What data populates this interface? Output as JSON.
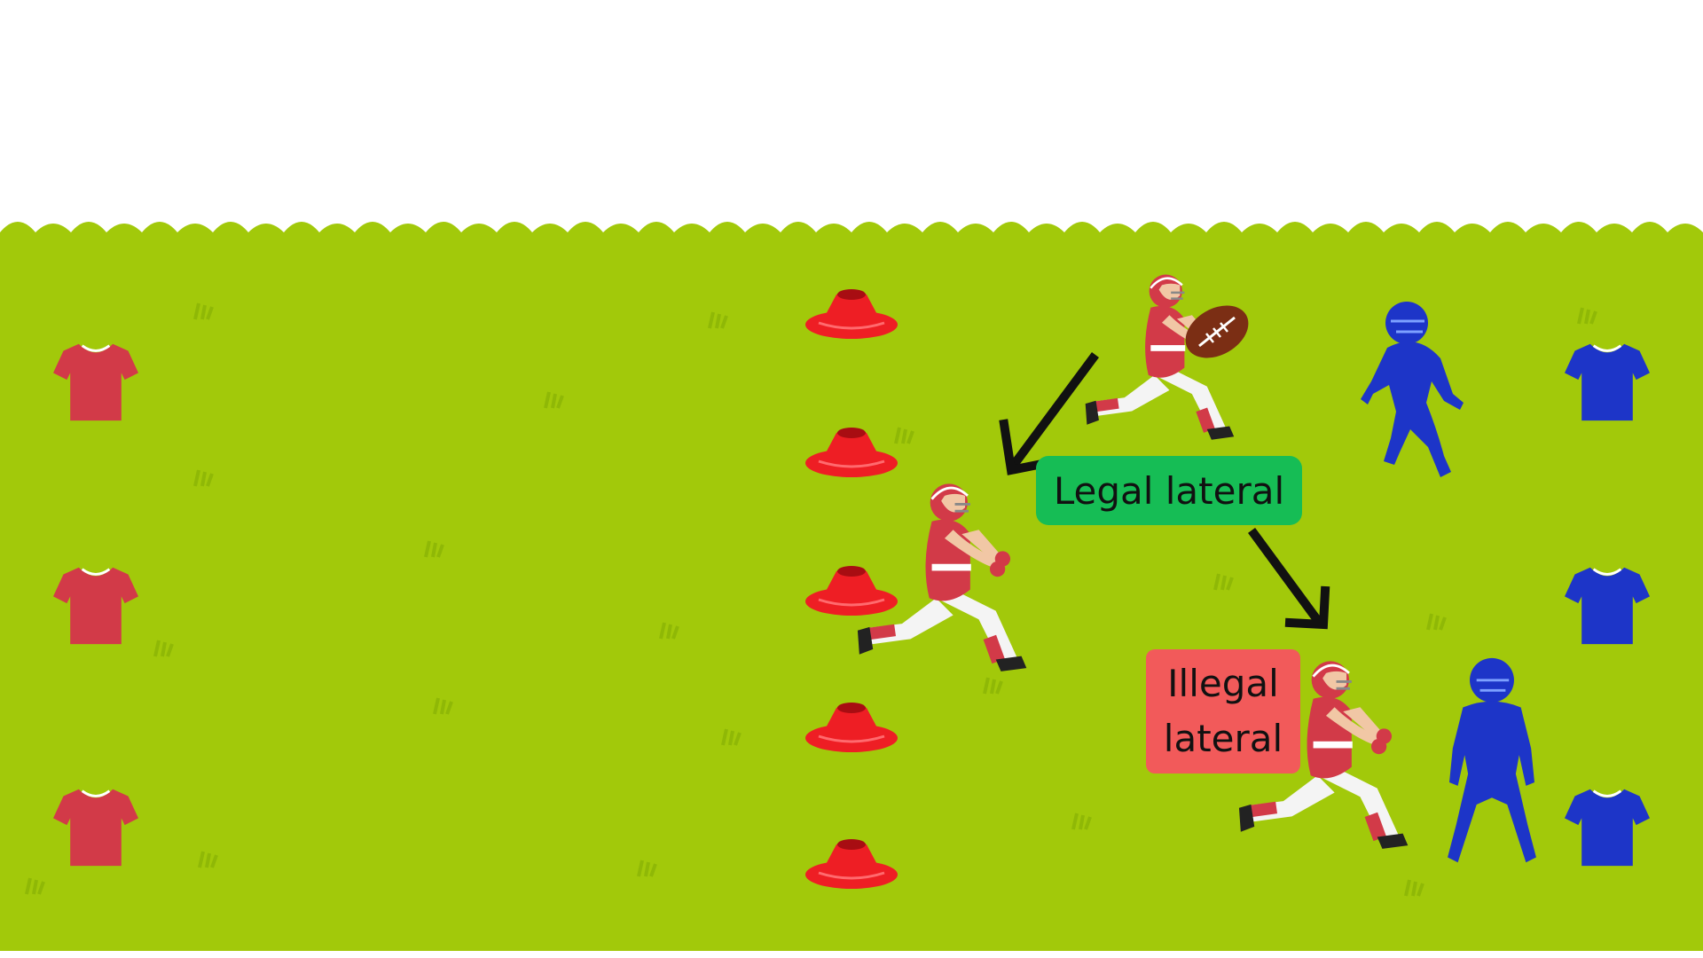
{
  "colors": {
    "grass": "#a2c90a",
    "grass_dark": "#8fb806",
    "red_team": "#d23a48",
    "blue_team": "#1d35c8",
    "cone": "#ee1e24",
    "legal_bg": "#16bd55",
    "illegal_bg": "#f25a5a",
    "arrow": "#111111"
  },
  "labels": {
    "legal": "Legal lateral",
    "illegal_line1": "Illegal",
    "illegal_line2": "lateral"
  },
  "icons": {
    "red_jersey": "jersey-icon",
    "blue_jersey": "jersey-icon",
    "cone": "cone-icon",
    "football": "football-icon",
    "player": "player-icon",
    "defender": "defender-icon"
  }
}
